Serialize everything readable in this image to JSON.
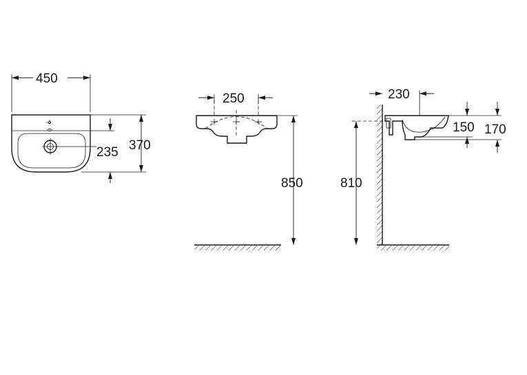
{
  "dimensions": {
    "front_width": "450",
    "front_depth": "370",
    "front_waste_depth": "235",
    "side_tap_spacing": "250",
    "side_mount_height": "850",
    "profile_wall_depth": "230",
    "profile_bowl_depth": "150",
    "profile_total_depth": "170",
    "profile_bracket_height": "810"
  },
  "colors": {
    "line": "#1a1a1a",
    "background": "#ffffff"
  }
}
